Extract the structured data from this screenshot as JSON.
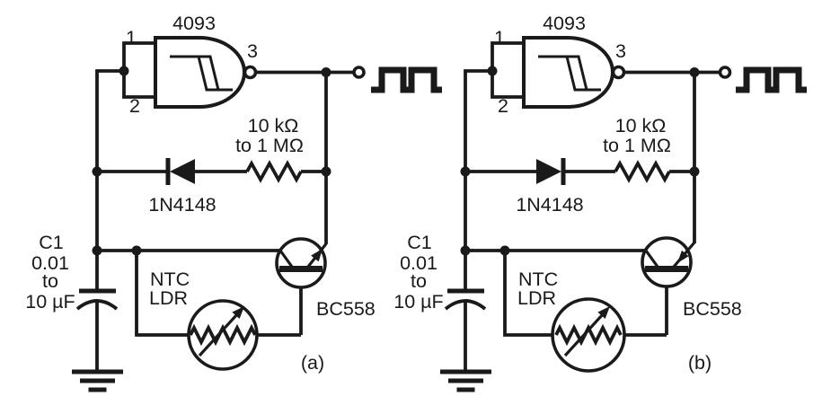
{
  "colors": {
    "ink": "#1a1a1a",
    "background": "#ffffff"
  },
  "circuits": [
    {
      "caption": "(a)",
      "gate": {
        "part": "4093",
        "pin1": "1",
        "pin2": "2",
        "pin3": "3"
      },
      "resistor": {
        "line1": "10 kΩ",
        "line2": "to 1 MΩ"
      },
      "diode": "1N4148",
      "capacitor": {
        "line1": "C1",
        "line2": "0.01",
        "line3": "to",
        "line4": "10 µF"
      },
      "sensor": {
        "line1": "NTC",
        "line2": "LDR"
      },
      "transistor": "BC558"
    },
    {
      "caption": "(b)",
      "gate": {
        "part": "4093",
        "pin1": "1",
        "pin2": "2",
        "pin3": "3"
      },
      "resistor": {
        "line1": "10 kΩ",
        "line2": "to 1 MΩ"
      },
      "diode": "1N4148",
      "capacitor": {
        "line1": "C1",
        "line2": "0.01",
        "line3": "to",
        "line4": "10 µF"
      },
      "sensor": {
        "line1": "NTC",
        "line2": "LDR"
      },
      "transistor": "BC558"
    }
  ]
}
